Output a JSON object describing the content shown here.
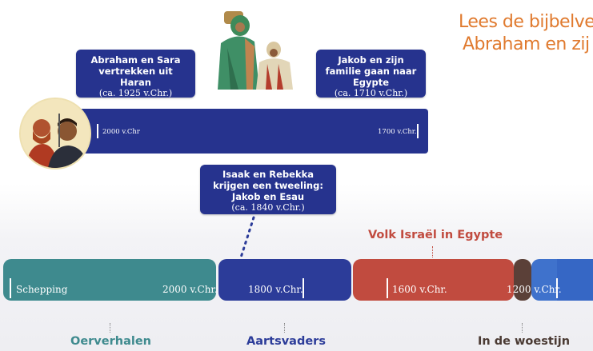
{
  "heading": {
    "line1": "Lees de bijbelve",
    "line2": "Abraham en zij"
  },
  "cards": {
    "abraham": {
      "title": "Abraham en Sara vertrekken uit Haran",
      "date": "(ca. 1925 v.Chr.)"
    },
    "jakob": {
      "title": "Jakob en zijn familie gaan naar Egypte",
      "date": "(ca. 1710 v.Chr.)"
    },
    "isaak": {
      "title": "Isaak en Rebekka krijgen een tweeling: Jakob en Esau",
      "date": "(ca. 1840 v.Chr.)"
    }
  },
  "top_timeline": {
    "start_label": "2000 v.Chr",
    "end_label": "1700 v.Chr."
  },
  "main_timeline": {
    "segments": [
      {
        "start_label": "Schepping",
        "end_label": "2000 v.Chr.",
        "color": "#3e8a8e"
      },
      {
        "start_label": "1800 v.Chr.",
        "color": "#2c3c99"
      },
      {
        "start_label": "1600 v.Chr.",
        "color": "#c14b3f"
      },
      {
        "color": "#5b4038"
      },
      {
        "end_label": "1200 v.Chr.",
        "color": "#3f72cc"
      }
    ]
  },
  "eras": {
    "oerverhalen": {
      "label": "Oerverhalen",
      "color": "#3e8a8e"
    },
    "aartsvaders": {
      "label": "Aartsvaders",
      "color": "#2c3c99"
    },
    "volk_israel": {
      "label": "Volk Israël in Egypte",
      "color": "#c14b3f"
    },
    "woestijn": {
      "label": "In de woestijn",
      "color": "#4a3a33"
    }
  },
  "colors": {
    "accent_orange": "#e07a2e",
    "navy": "#26338e"
  },
  "icons": [
    "abraham-sara-figures-illustration",
    "two-men-portrait-illustration"
  ]
}
